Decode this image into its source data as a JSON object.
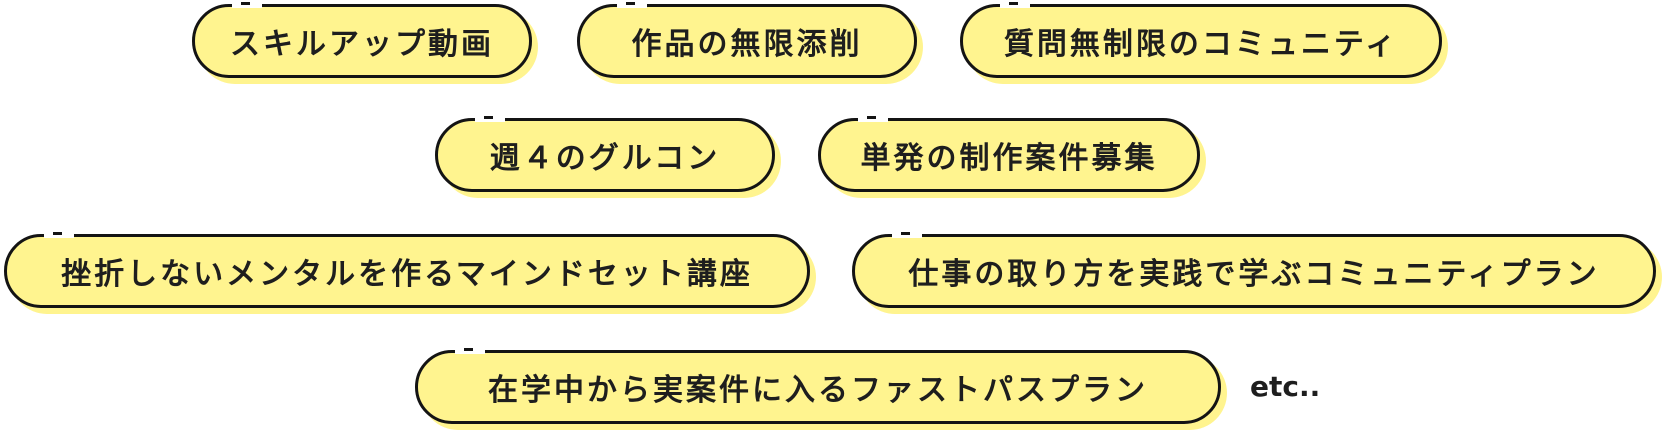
{
  "colors": {
    "pill_fill": "#fff48f",
    "outline": "#141414",
    "text": "#1e1e1e"
  },
  "rows": [
    {
      "tags": [
        {
          "label": "スキルアップ動画"
        },
        {
          "label": "作品の無限添削"
        },
        {
          "label": "質問無制限のコミュニティ"
        }
      ]
    },
    {
      "tags": [
        {
          "label": "週４のグルコン"
        },
        {
          "label": "単発の制作案件募集"
        }
      ]
    },
    {
      "tags": [
        {
          "label": "挫折しないメンタルを作るマインドセット講座"
        },
        {
          "label": "仕事の取り方を実践で学ぶコミュニティプラン"
        }
      ]
    },
    {
      "tags": [
        {
          "label": "在学中から実案件に入るファストパスプラン"
        }
      ]
    }
  ],
  "trailing_text": "etc.."
}
